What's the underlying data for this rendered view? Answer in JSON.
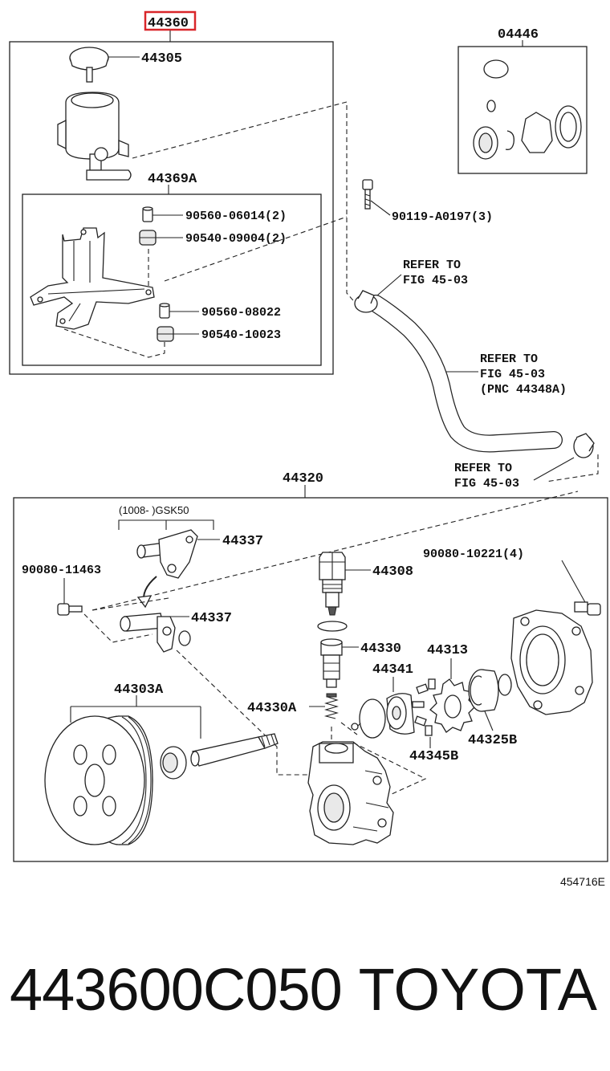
{
  "labels": {
    "assembly_main": "44360",
    "reservoir_cap": "44305",
    "gasket_kit": "04446",
    "bracket_assy": "44369A",
    "bolt_a": "90119-A0197(3)",
    "collar_1": "90560-06014(2)",
    "cushion_1": "90540-09004(2)",
    "collar_2": "90560-08022",
    "cushion_2": "90540-10023",
    "refer_1_line1": "REFER TO",
    "refer_1_line2": "FIG 45-03",
    "refer_2_line1": "REFER TO",
    "refer_2_line2": "FIG 45-03",
    "refer_2_line3": "(PNC 44348A)",
    "refer_3_line1": "REFER TO",
    "refer_3_line2": "FIG 45-03",
    "pump_assy": "44320",
    "variant_note": "(1008-  )GSK50",
    "union_a": "44337",
    "union_b": "44337",
    "bolt_b": "90080-11463",
    "bolt_c": "90080-10221(4)",
    "valve": "44308",
    "valve_sub": "44330",
    "spring": "44330A",
    "cam_ring": "44313",
    "rotor": "44341",
    "vane": "44345B",
    "cover": "44325B",
    "pulley": "44303A",
    "figure_code": "454716E"
  },
  "footer": {
    "part_number": "443600C050",
    "brand": "TOYOTA"
  },
  "colors": {
    "highlight_box": "#d9262a",
    "line": "#222222"
  }
}
